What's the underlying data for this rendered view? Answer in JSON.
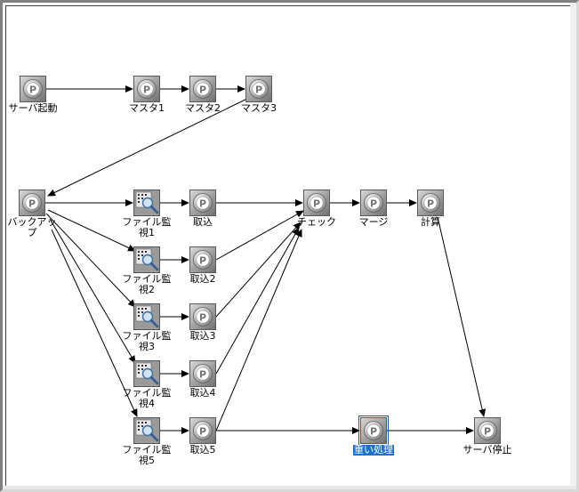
{
  "canvas": {
    "accent": "#1a6fd1",
    "edge_color": "#000000"
  },
  "nodes": [
    {
      "id": "n_start",
      "label": "サーバ起動",
      "icon": "p-job-icon",
      "name": "node-server-start"
    },
    {
      "id": "n_m1",
      "label": "マスタ1",
      "icon": "p-job-icon",
      "name": "node-master-1"
    },
    {
      "id": "n_m2",
      "label": "マスタ2",
      "icon": "p-job-icon",
      "name": "node-master-2"
    },
    {
      "id": "n_m3",
      "label": "マスタ3",
      "icon": "p-job-icon",
      "name": "node-master-3"
    },
    {
      "id": "n_bk",
      "label": "バックアップ",
      "icon": "p-job-icon",
      "name": "node-backup"
    },
    {
      "id": "n_fw1",
      "label": "ファイル監視1",
      "icon": "file-watch-icon",
      "name": "node-file-watch-1"
    },
    {
      "id": "n_fw2",
      "label": "ファイル監視2",
      "icon": "file-watch-icon",
      "name": "node-file-watch-2"
    },
    {
      "id": "n_fw3",
      "label": "ファイル監視3",
      "icon": "file-watch-icon",
      "name": "node-file-watch-3"
    },
    {
      "id": "n_fw4",
      "label": "ファイル監視4",
      "icon": "file-watch-icon",
      "name": "node-file-watch-4"
    },
    {
      "id": "n_fw5",
      "label": "ファイル監視5",
      "icon": "file-watch-icon",
      "name": "node-file-watch-5"
    },
    {
      "id": "n_t1",
      "label": "取込",
      "icon": "p-job-icon",
      "name": "node-import-1"
    },
    {
      "id": "n_t2",
      "label": "取込2",
      "icon": "p-job-icon",
      "name": "node-import-2"
    },
    {
      "id": "n_t3",
      "label": "取込3",
      "icon": "p-job-icon",
      "name": "node-import-3"
    },
    {
      "id": "n_t4",
      "label": "取込4",
      "icon": "p-job-icon",
      "name": "node-import-4"
    },
    {
      "id": "n_t5",
      "label": "取込5",
      "icon": "p-job-icon",
      "name": "node-import-5"
    },
    {
      "id": "n_chk",
      "label": "チェック",
      "icon": "p-job-icon",
      "name": "node-check"
    },
    {
      "id": "n_mg",
      "label": "マージ",
      "icon": "p-job-icon",
      "name": "node-merge"
    },
    {
      "id": "n_calc",
      "label": "計算",
      "icon": "p-job-icon",
      "name": "node-calc"
    },
    {
      "id": "n_heavy",
      "label": "重い処理",
      "icon": "p-job-icon",
      "name": "node-heavy-process",
      "selected": true
    },
    {
      "id": "n_stop",
      "label": "サーバ停止",
      "icon": "p-job-icon",
      "name": "node-server-stop"
    }
  ],
  "edges": [
    [
      "n_start",
      "n_m1"
    ],
    [
      "n_m1",
      "n_m2"
    ],
    [
      "n_m2",
      "n_m3"
    ],
    [
      "n_m3",
      "n_bk"
    ],
    [
      "n_bk",
      "n_fw1"
    ],
    [
      "n_bk",
      "n_fw2"
    ],
    [
      "n_bk",
      "n_fw3"
    ],
    [
      "n_bk",
      "n_fw4"
    ],
    [
      "n_bk",
      "n_fw5"
    ],
    [
      "n_fw1",
      "n_t1"
    ],
    [
      "n_fw2",
      "n_t2"
    ],
    [
      "n_fw3",
      "n_t3"
    ],
    [
      "n_fw4",
      "n_t4"
    ],
    [
      "n_fw5",
      "n_t5"
    ],
    [
      "n_t1",
      "n_chk"
    ],
    [
      "n_t2",
      "n_chk"
    ],
    [
      "n_t3",
      "n_chk"
    ],
    [
      "n_t4",
      "n_chk"
    ],
    [
      "n_t5",
      "n_chk"
    ],
    [
      "n_chk",
      "n_mg"
    ],
    [
      "n_mg",
      "n_calc"
    ],
    [
      "n_calc",
      "n_stop"
    ],
    [
      "n_t5",
      "n_heavy"
    ],
    [
      "n_heavy",
      "n_stop"
    ]
  ]
}
